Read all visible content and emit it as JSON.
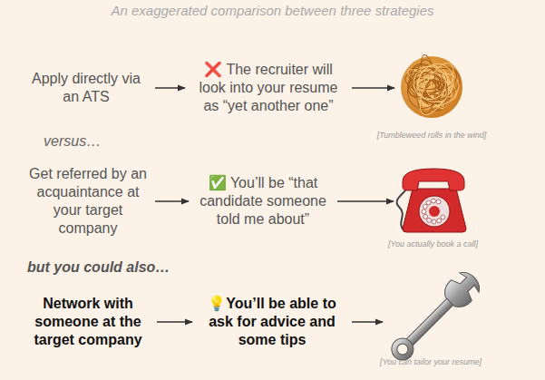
{
  "diagram": {
    "title": "An exaggerated comparison between three strategies",
    "nodes": [
      {
        "text": [
          "Apply directly via an ATS"
        ]
      },
      {
        "text": [
          "❌ The recruiter will look into your resume as “yet another one”"
        ]
      },
      {
        "text": [
          "[Tumbleweed rolls in the wind]"
        ]
      },
      {
        "text": [
          "Get referred by an acquaintance at your target company"
        ]
      },
      {
        "text": [
          "✅ You’ll be “that candidate someone told me about”"
        ]
      },
      {
        "text": [
          "[You actually book a call]"
        ]
      },
      {
        "text": [
          "Network with someone at the target company"
        ]
      },
      {
        "text": [
          "💡You’ll be able to ask for advice and some tips"
        ]
      },
      {
        "text": [
          "[You can tailor your resume]"
        ]
      }
    ],
    "edges": [
      {
        "from": 0,
        "to": 1,
        "arrow": "to"
      },
      {
        "from": 1,
        "to": 2,
        "arrow": "to"
      },
      {
        "from": 3,
        "to": 4,
        "arrow": "to"
      },
      {
        "from": 4,
        "to": 5,
        "arrow": "to"
      },
      {
        "from": 6,
        "to": 7,
        "arrow": "to"
      },
      {
        "from": 7,
        "to": 8,
        "arrow": "to"
      }
    ],
    "labels": [
      "versus…",
      "but you could also…"
    ]
  }
}
